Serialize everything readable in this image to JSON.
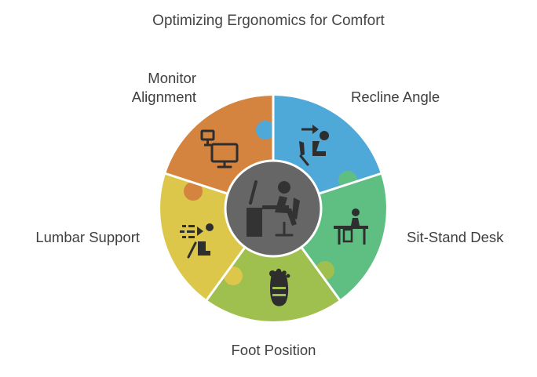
{
  "title": "Optimizing Ergonomics for Comfort",
  "segments": [
    {
      "id": "monitor",
      "label_line1": "Monitor",
      "label_line2": "Alignment",
      "color": "#D4843F",
      "icon": "monitor-icon"
    },
    {
      "id": "recline",
      "label": "Recline Angle",
      "color": "#4EA8D8",
      "icon": "recline-icon"
    },
    {
      "id": "sitstand",
      "label": "Sit-Stand Desk",
      "color": "#5FBF82",
      "icon": "sit-stand-desk-icon"
    },
    {
      "id": "foot",
      "label": "Foot Position",
      "color": "#9FBF4E",
      "icon": "foot-icon"
    },
    {
      "id": "lumbar",
      "label": "Lumbar Support",
      "color": "#DCC74A",
      "icon": "lumbar-icon"
    }
  ],
  "center": {
    "color": "#666666",
    "icon": "workstation-icon"
  }
}
